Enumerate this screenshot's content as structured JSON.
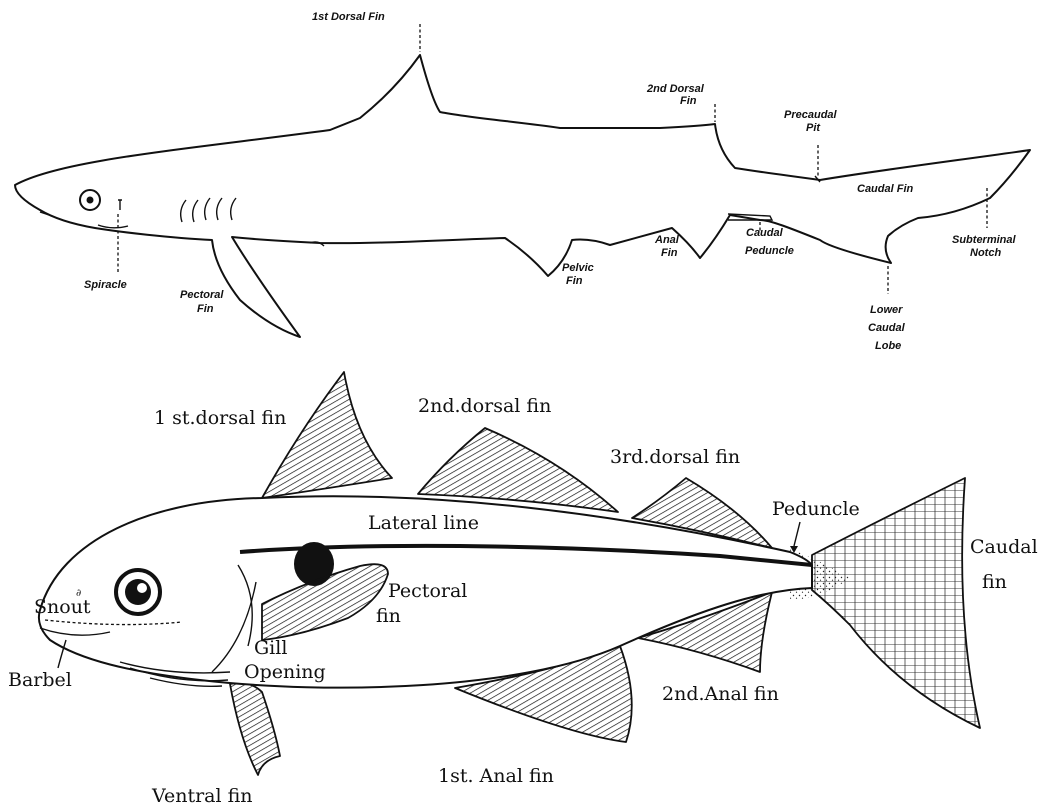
{
  "shark": {
    "labels": {
      "first_dorsal": "1st Dorsal Fin",
      "second_dorsal_l1": "2nd Dorsal",
      "second_dorsal_l2": "Fin",
      "precaudal_l1": "Precaudal",
      "precaudal_l2": "Pit",
      "caudal_fin": "Caudal Fin",
      "spiracle": "Spiracle",
      "pectoral_l1": "Pectoral",
      "pectoral_l2": "Fin",
      "pelvic_l1": "Pelvic",
      "pelvic_l2": "Fin",
      "anal_l1": "Anal",
      "anal_l2": "Fin",
      "peduncle_l1": "Caudal",
      "peduncle_l2": "Peduncle",
      "subterminal_l1": "Subterminal",
      "subterminal_l2": "Notch",
      "lower_lobe_l1": "Lower",
      "lower_lobe_l2": "Caudal",
      "lower_lobe_l3": "Lobe"
    }
  },
  "fish": {
    "labels": {
      "first_dorsal": "1 st.dorsal fin",
      "second_dorsal": "2nd.dorsal fin",
      "third_dorsal": "3rd.dorsal fin",
      "lateral_line": "Lateral line",
      "peduncle": "Peduncle",
      "caudal_l1": "Caudal",
      "caudal_l2": "fin",
      "pectoral_l1": "Pectoral",
      "pectoral_l2": "fin",
      "snout": "Snout",
      "gill_l1": "Gill",
      "gill_l2": "Opening",
      "barbel": "Barbel",
      "second_anal": "2nd.Anal fin",
      "first_anal": "1st. Anal fin",
      "ventral": "Ventral fin"
    }
  }
}
